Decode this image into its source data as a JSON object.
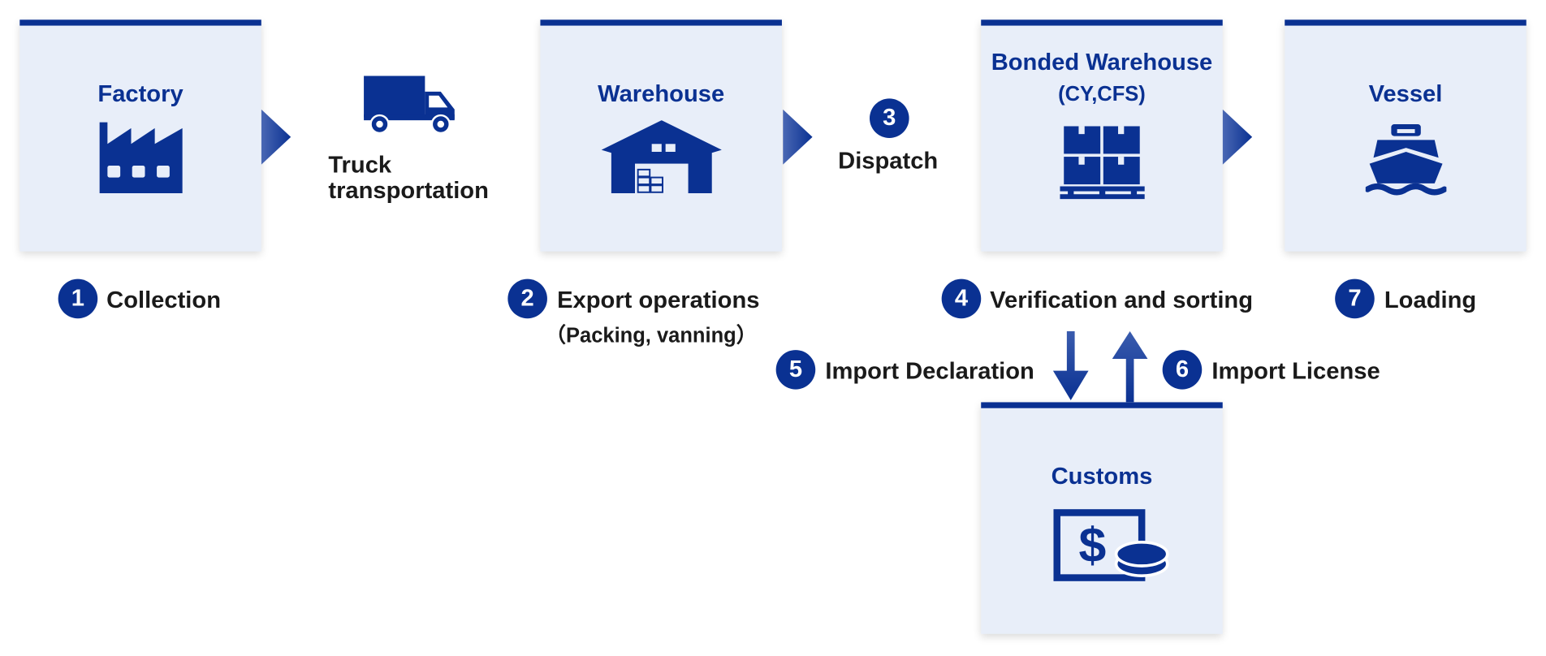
{
  "colors": {
    "brand": "#0a3192",
    "box_bg": "#e8eef9",
    "text": "#1a1a1a"
  },
  "nodes": {
    "factory": {
      "title": "Factory",
      "icon": "factory-icon"
    },
    "warehouse": {
      "title": "Warehouse",
      "icon": "warehouse-icon"
    },
    "bonded": {
      "title": "Bonded Warehouse",
      "subtitle": "(CY,CFS)",
      "icon": "pallet-boxes-icon"
    },
    "vessel": {
      "title": "Vessel",
      "icon": "ship-icon"
    },
    "customs": {
      "title": "Customs",
      "icon": "money-icon"
    }
  },
  "truck": {
    "label_line1": "Truck",
    "label_line2": "transportation",
    "icon": "truck-icon"
  },
  "steps": [
    {
      "num": "1",
      "label": "Collection"
    },
    {
      "num": "2",
      "label": "Export operations",
      "sub": "（Packing, vanning）"
    },
    {
      "num": "3",
      "label": "Dispatch"
    },
    {
      "num": "4",
      "label": "Verification and sorting"
    },
    {
      "num": "5",
      "label": "Import Declaration"
    },
    {
      "num": "6",
      "label": "Import License"
    },
    {
      "num": "7",
      "label": "Loading"
    }
  ]
}
